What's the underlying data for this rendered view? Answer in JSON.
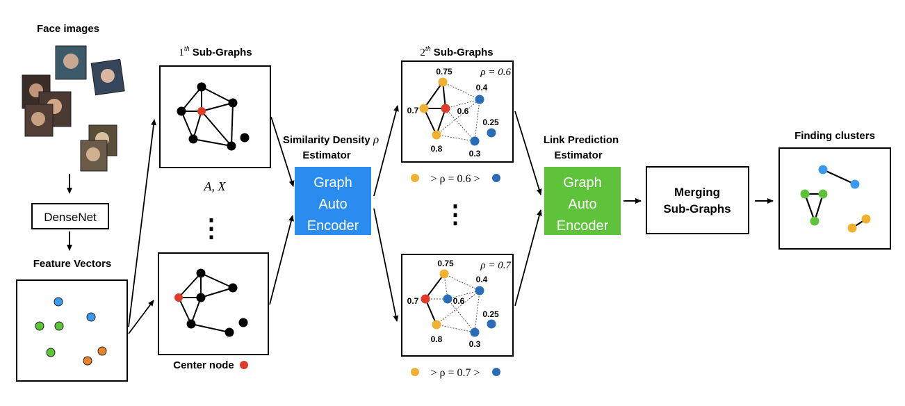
{
  "labels": {
    "face_images": "Face images",
    "densenet": "DenseNet",
    "feature_vectors": "Feature Vectors",
    "sub1_prefix": "1",
    "sub1_sup": "th",
    "sub1_suffix": " Sub-Graphs",
    "sub2_prefix": "2",
    "sub2_sup": "th",
    "sub2_suffix": " Sub-Graphs",
    "ax": "A, X",
    "dots": "⋮",
    "center_node": "Center node",
    "sde_line1": "Similarity Density ",
    "sde_rho": "ρ",
    "sde_line2": "Estimator",
    "gae1_l1": "Graph",
    "gae1_l2": "Auto",
    "gae1_l3": "Encoder",
    "lpe_line1": "Link Prediction",
    "lpe_line2": "Estimator",
    "gae2_l1": "Graph",
    "gae2_l2": "Auto",
    "gae2_l3": "Encoder",
    "merging_l1": "Merging",
    "merging_l2": "Sub-Graphs",
    "finding_clusters": "Finding clusters"
  },
  "top_subgraph": {
    "rho_label": "ρ = 0.6",
    "legend": "> ρ = 0.6 >",
    "values": [
      "0.75",
      "0.7",
      "0.6",
      "0.8",
      "0.4",
      "0.25",
      "0.3"
    ]
  },
  "bottom_subgraph": {
    "rho_label": "ρ = 0.7",
    "legend": "> ρ = 0.7 >",
    "values": [
      "0.75",
      "0.7",
      "0.6",
      "0.8",
      "0.4",
      "0.25",
      "0.3"
    ]
  },
  "colors": {
    "blue_box": "#2b8cf0",
    "green_box": "#5ec23a",
    "red_node": "#e03a2a",
    "yellow_node": "#f0b030",
    "blue_node": "#2a6cb8",
    "green_node": "#5ec23a",
    "orange_node": "#e8842a",
    "light_blue_node": "#3a9af0"
  }
}
